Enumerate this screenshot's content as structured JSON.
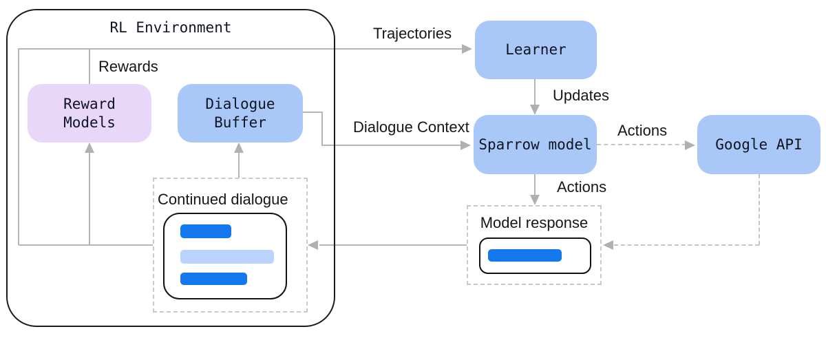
{
  "rl_environment": {
    "title": "RL Environment"
  },
  "nodes": {
    "learner": {
      "label": "Learner"
    },
    "reward_models": {
      "line1": "Reward",
      "line2": "Models"
    },
    "dialogue_buffer": {
      "line1": "Dialogue",
      "line2": "Buffer"
    },
    "sparrow_model": {
      "label": "Sparrow model"
    },
    "google_api": {
      "label": "Google API"
    }
  },
  "groups": {
    "continued_dialogue": {
      "label": "Continued dialogue"
    },
    "model_response": {
      "label": "Model response"
    }
  },
  "edge_labels": {
    "trajectories": "Trajectories",
    "rewards": "Rewards",
    "updates": "Updates",
    "dialogue_context": "Dialogue Context",
    "actions_to_google_api": "Actions",
    "actions_to_model_response": "Actions"
  },
  "colors": {
    "node_blue_fill": "#A9C8F8",
    "reward_models_fill": "#E9D7FA",
    "dialogue_bar_blue": "#1477EE",
    "dialogue_bar_light_blue": "#B9D3FC",
    "connector_solid_gray": "#B5B5B5",
    "connector_dashed_gray": "#C4C4C4",
    "outline_black": "#1B1B1B"
  }
}
